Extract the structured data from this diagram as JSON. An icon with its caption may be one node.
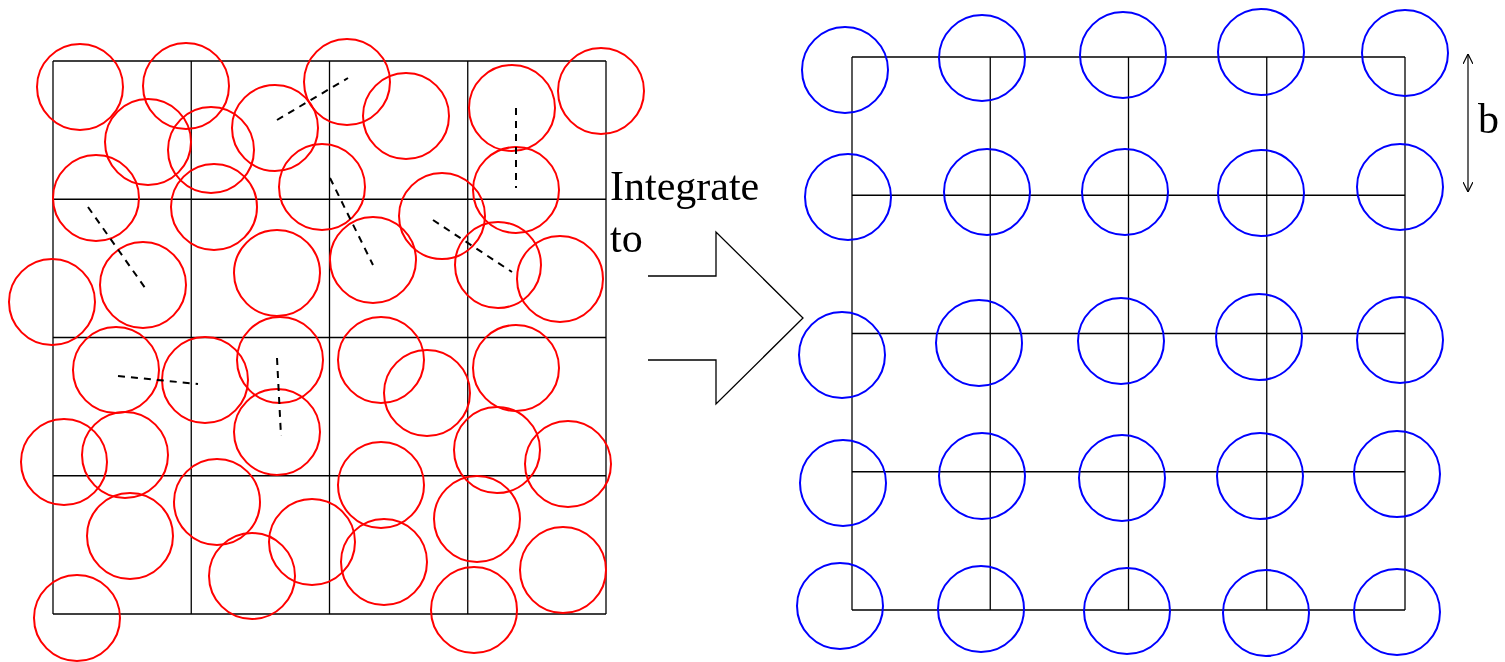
{
  "diagram": {
    "nodes": [
      {
        "text": [],
        "shape": "picture"
      },
      {
        "text": [],
        "shape": "picture"
      }
    ],
    "edges": [
      {
        "from": 0,
        "to": 1,
        "arrow": "to",
        "label": "Integrate to"
      }
    ],
    "labels": [
      "b"
    ]
  }
}
